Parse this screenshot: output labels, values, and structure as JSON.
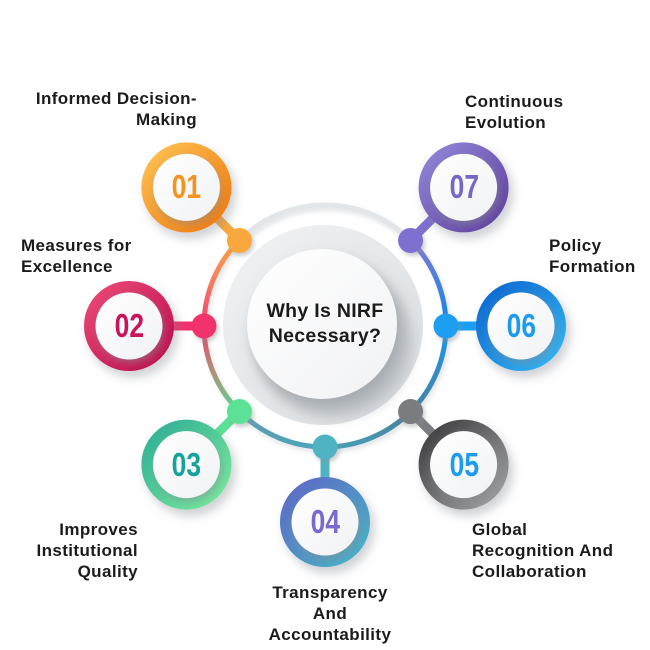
{
  "center": {
    "title_line1": "Why Is NIRF",
    "title_line2": "Necessary?"
  },
  "nodes": [
    {
      "number": "01",
      "lines": [
        "Informed Decision-",
        "Making",
        ""
      ],
      "accent": "#f6921e",
      "ring_from": "#fdc153",
      "ring_to": "#f1780a",
      "dot": "#f9a83c"
    },
    {
      "number": "02",
      "lines": [
        "Measures for",
        "Excellence",
        ""
      ],
      "accent": "#c9135b",
      "ring_from": "#ea4a77",
      "ring_to": "#bd0b4c",
      "dot": "#f2306c"
    },
    {
      "number": "03",
      "lines": [
        "Improves",
        "Institutional",
        "Quality"
      ],
      "accent": "#14a39b",
      "ring_from": "#2fae97",
      "ring_to": "#78ea9b",
      "dot": "#5ce297"
    },
    {
      "number": "04",
      "lines": [
        "Transparency",
        "And",
        "Accountability"
      ],
      "accent": "#7a69ce",
      "ring_from": "#5e68c7",
      "ring_to": "#46b5c5",
      "dot": "#4fb3c4"
    },
    {
      "number": "05",
      "lines": [
        "Global",
        "Recognition And",
        "Collaboration"
      ],
      "accent": "#1e9bf0",
      "ring_from": "#3c3c3e",
      "ring_to": "#a2a2a4",
      "dot": "#7a7c7f"
    },
    {
      "number": "06",
      "lines": [
        "Policy",
        "Formation",
        ""
      ],
      "accent": "#1b9bf0",
      "ring_from": "#0c66cf",
      "ring_to": "#33b6f3",
      "dot": "#1a9ff0"
    },
    {
      "number": "07",
      "lines": [
        "Continuous",
        "Evolution",
        ""
      ],
      "accent": "#7668c6",
      "ring_from": "#9186d8",
      "ring_to": "#5e3f9d",
      "dot": "#7e6fd0"
    }
  ],
  "palette": {
    "ring_top_arc": "#e2e6e9",
    "ring_right_blue": "#1287ee",
    "ring_bottom_teal": "#47a5ba",
    "center_disc_light": "#f1f3f4",
    "center_disc_dark": "#d9dcdf",
    "text_dark": "#1b1b1b"
  }
}
